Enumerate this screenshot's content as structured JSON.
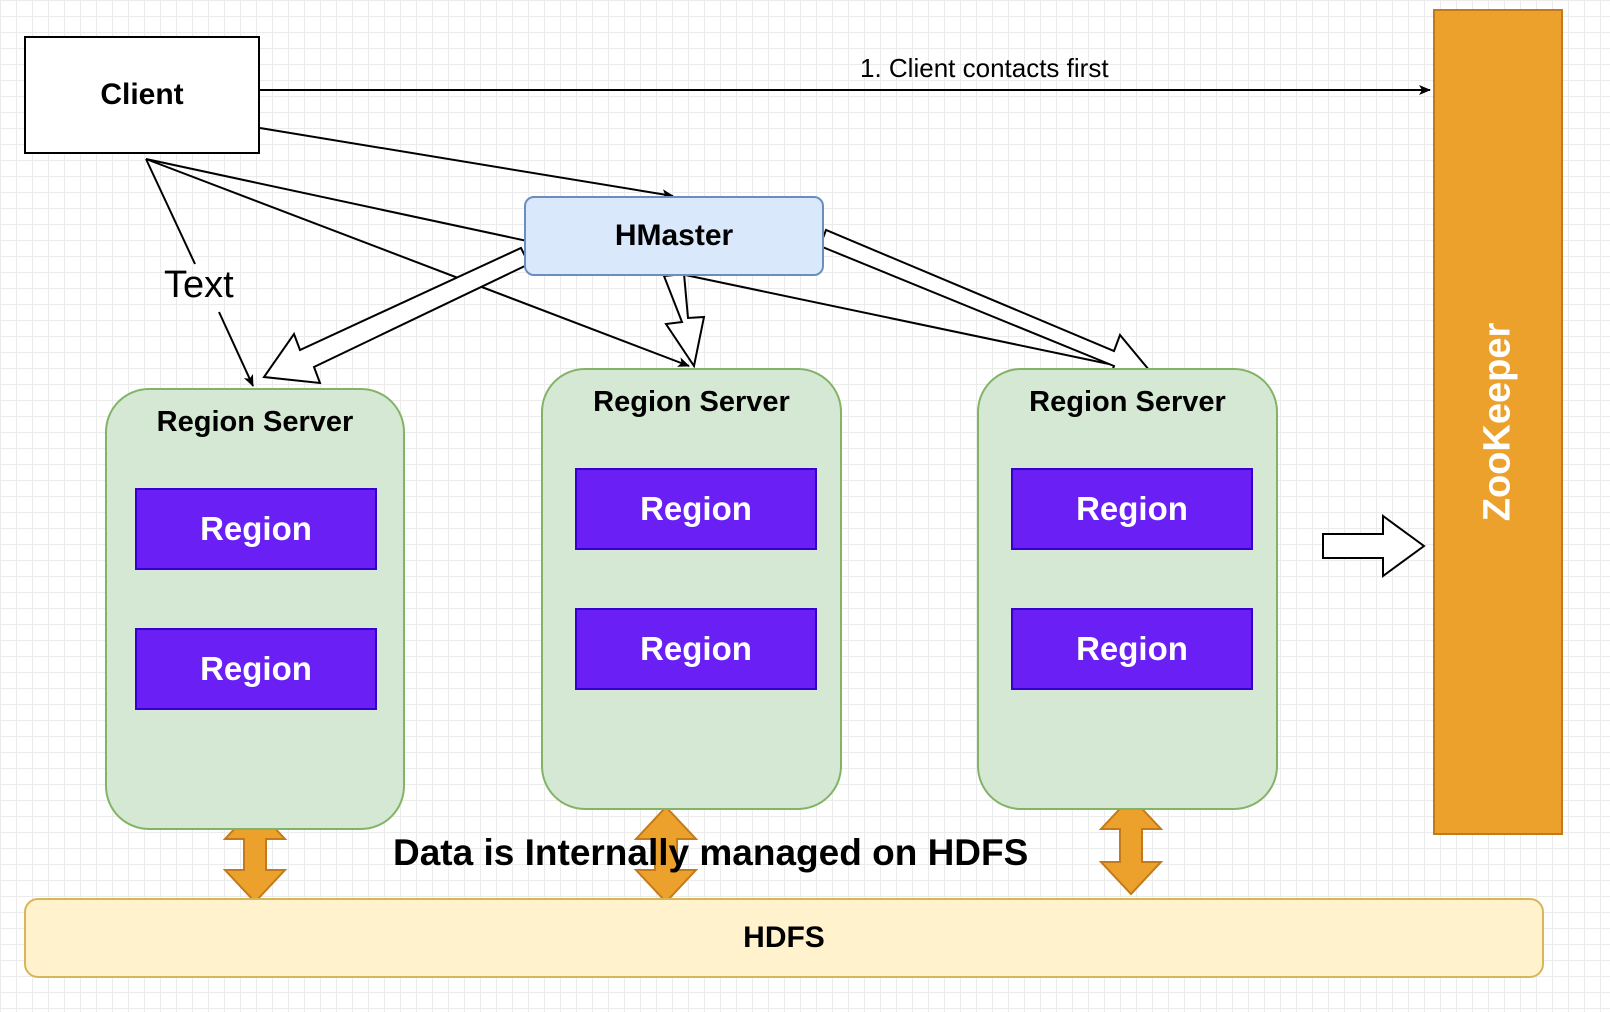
{
  "client": {
    "label": "Client"
  },
  "hmaster": {
    "label": "HMaster"
  },
  "zookeeper": {
    "label": "ZooKeeper"
  },
  "hdfs": {
    "label": "HDFS"
  },
  "caption": "Data is Internally managed on HDFS",
  "edge_labels": {
    "client_to_zookeeper": "1. Client contacts first",
    "client_to_region_server": "Text"
  },
  "region_servers": [
    {
      "title": "Region Server",
      "regions": [
        "Region",
        "Region"
      ]
    },
    {
      "title": "Region Server",
      "regions": [
        "Region",
        "Region"
      ]
    },
    {
      "title": "Region Server",
      "regions": [
        "Region",
        "Region"
      ]
    }
  ],
  "colors": {
    "region_fill": "#6a1ff5",
    "region_server_fill": "#d5e8d4",
    "hmaster_fill": "#dae8fc",
    "zookeeper_fill": "#eda12d",
    "hdfs_fill": "#fff2cc",
    "bidirectional_arrow": "#eda12d"
  }
}
